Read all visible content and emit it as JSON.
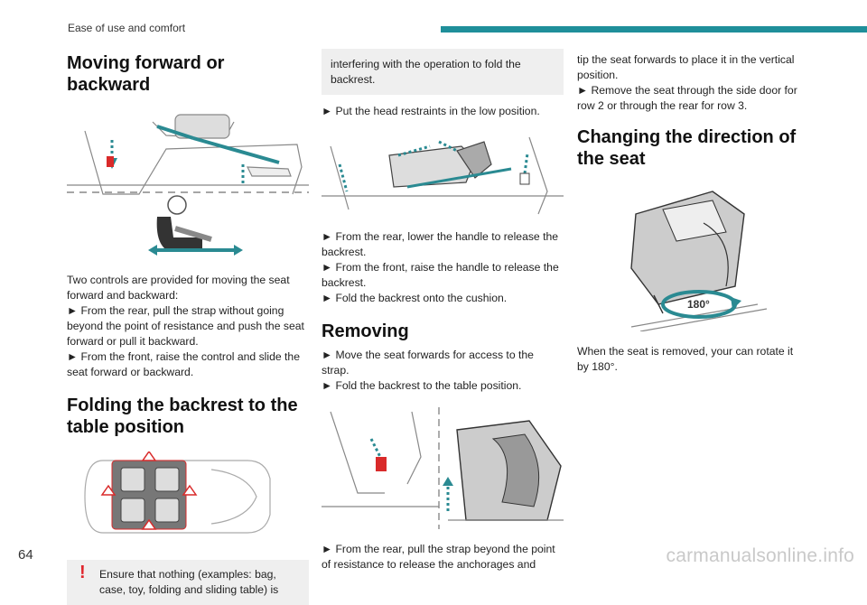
{
  "header": {
    "section_title": "Ease of use and comfort",
    "accent_color": "#1f8f9a"
  },
  "page_number": "64",
  "watermark": "carmanualsonline.info",
  "col1": {
    "heading1": "Moving forward or backward",
    "para1": "Two controls are provided for moving the seat forward and backward:",
    "step1": "► From the rear, pull the strap without going beyond the point of resistance and push the seat forward or pull it backward.",
    "step2": "► From the front, raise the control and slide the seat forward or backward.",
    "heading2": "Folding the backrest to the table position",
    "warning": "Ensure that nothing (examples: bag, case, toy, folding and sliding table) is"
  },
  "col2": {
    "note": "interfering with the operation to fold the backrest.",
    "step1": "► Put the head restraints in the low position.",
    "step2": "► From the rear, lower the handle to release the backrest.",
    "step3": "► From the front, raise the handle to release the backrest.",
    "step4": "► Fold the backrest onto the cushion.",
    "heading": "Removing",
    "step5": "► Move the seat forwards for access to the strap.",
    "step6": "► Fold the backrest to the table position.",
    "step7": "► From the rear, pull the strap beyond the point of resistance to release the anchorages and"
  },
  "col3": {
    "para1": "tip the seat forwards to place it in the vertical position.",
    "step1": "► Remove the seat through the side door for row 2 or through the rear for row 3.",
    "heading": "Changing the direction of the seat",
    "rotation_label": "180°",
    "para2": "When the seat is removed, your can rotate it by 180°."
  }
}
